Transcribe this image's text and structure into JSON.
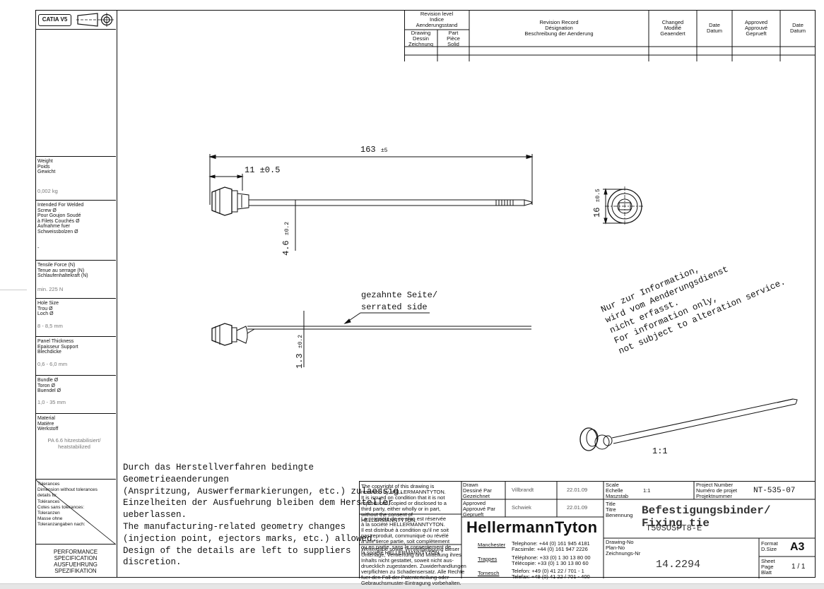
{
  "logo": {
    "catia": "CATIA V5"
  },
  "left_panel": {
    "weight_label": "Weight\nPoids\nGewicht",
    "weight_value": "0,002 kg",
    "screw_label": "Intended For Welded\nScrew Ø\nPour Goujon Soudé\nà Filets Couchés Ø\nAufnahme fuer\nSchweissbolzen  Ø",
    "screw_value": "-",
    "tensile_label": "Tensile Force (N)\nTenue au serrage (N)\nSchlaufenhaltekraft (N)",
    "tensile_value": "min. 225 N",
    "hole_label": "Hole Size\nTrou  Ø\nLoch  Ø",
    "hole_value": "8 - 8,5 mm",
    "panel_label": "Panel Thickness\nEpaisseur Support\nBlechdicke",
    "panel_value": "0,6 - 6,0 mm",
    "bundle_label": "Bundle  Ø\nToron  Ø\nBuendel  Ø",
    "bundle_value": "1,0 - 35 mm",
    "material_label": "Material\nMatière\nWerkstoff",
    "material_value": "PA 6.6 hitzestabilisiert/\nheatstabilized",
    "tolerances_label": "Tolerances\nDimension without tolerances\ndetails to:\nTolérances\nCotes sans tolérances:\nToleranzen\nMasse ohne\nToleranzangaben nach:",
    "performance": "PERFORMANCE\nSPECIFICATION\nAUSFUEHRUNG\nSPEZIFIKATION"
  },
  "revision": {
    "level": "Revision level\nIndice\nAenderungsstand",
    "drawing": "Drawing\nDessin\nZeichnung",
    "part": "Part\nPièce\nSolid",
    "record": "Revision Record\nDésignation\nBeschreibung der Aenderung",
    "changed": "Changed\nModifié\nGeaendert",
    "date1": "Date\nDatum",
    "approved": "Approved\nApprouvé\nGeprueft",
    "date2": "Date\nDatum"
  },
  "dimensions": {
    "length": "163",
    "length_tol": "±5",
    "head": "11 ±0.5",
    "width": "4.6",
    "width_tol": "±0.2",
    "thickness": "1.3",
    "thickness_tol": "±0.2",
    "diameter": "16",
    "diameter_tol": "±0.5",
    "serrated": "gezahnte Seite/\nserrated side",
    "scale_note": "1:1"
  },
  "stamp": "Nur zur Information,\nwird vom Aenderungsdienst\nnicht erfasst.\nFor information only,\nnot subject to alteration service.",
  "notes": "Durch das Herstellverfahren bedingte\nGeometrieaenderungen\n(Anspritzung, Auswerfermarkierungen, etc.) zulaessig.\nEinzelheiten der Ausfuehrung bleiben dem Hersteller\nueberlassen.\nThe manufacturing-related geometry changes\n(injection point,  ejectors marks, etc.) allowed.\nDesign of the details are left to   suppliers\ndiscretion.",
  "title_block": {
    "copyright_en": "The copyright of this drawing is\nreserved by HELLERMANNTYTON.\nIt is issued on condition that it is not\nreproduced, copied or disclosed to a\nthird party, either wholly or in part,\nwithout the consent of\nHELLERMANNTYTON.",
    "copyright_fr": "La propriété de ce plan est réservée\nà la société  HELLERMANNTYTON.\nIl est distribué à condition qu'il ne soit\npas reproduit, communiqué ou révélé\nà une tierce partie, soit complètement\nou en partie, sans le consentement de\nla société  HELLERMANNTYTON.",
    "copyright_de": "Weitergabe sowie Vervielfaeltigung dieser\nUnterlage, Verwertung und Mitteilung ihres\nInhalts nicht gestattet, soweit nicht aus-\ndruecklich zugestanden. Zuwiderhandlungen\nverpflichten zu Schadensersatz. Alle Rechte\nfuer den Fall der Patenterteilung oder\nGebrauchsmuster-Eintragung vorbehalten.",
    "drawn_label": "Drawn\nDessiné Par\nGezeichnet",
    "drawn_by": "Villbrandt",
    "drawn_date": "22.01.09",
    "approved_label": "Approved\nApprouvé Par\nGeprueft",
    "approved_by": "Schwiek",
    "approved_date": "22.01.09",
    "company": "HellermannTyton",
    "manchester": "Manchester",
    "manchester_tel": "Telephone: +44 (0) 161 945 4181\nFacsimile: +44 (0) 161 947 2226",
    "trappes": "Trappes",
    "trappes_tel": "Téléphone: +33 (0) 1 30 13 80 00\nTélécopie:  +33 (0) 1 30 13 80 60",
    "tornesch": "Tornesch",
    "tornesch_tel": "Telefon:    +49 (0) 41 22 / 701 - 1\nTelefax:    +49 (0) 41 22 / 701 - 400",
    "scale_label": "Scale\nEchelle\nMaszstab",
    "scale_value": "1:1",
    "project_label": "Project Number\nNuméro de projet\nProjektnummer",
    "project_value": "NT-535-07",
    "title_label": "Title\nTitre\nBenennung",
    "title_value": "Befestigungsbinder/ Fixing tie",
    "part_code": "T50SOSFT8-E",
    "drawing_label": "Drawing-No\nPlan-No\nZeichnungs-Nr",
    "drawing_value": "14.2294",
    "format_label": "Format\nD.Size",
    "format_value": "A3",
    "sheet_label": "Sheet\nPage\nBlatt",
    "sheet_value": "1 / 1"
  }
}
